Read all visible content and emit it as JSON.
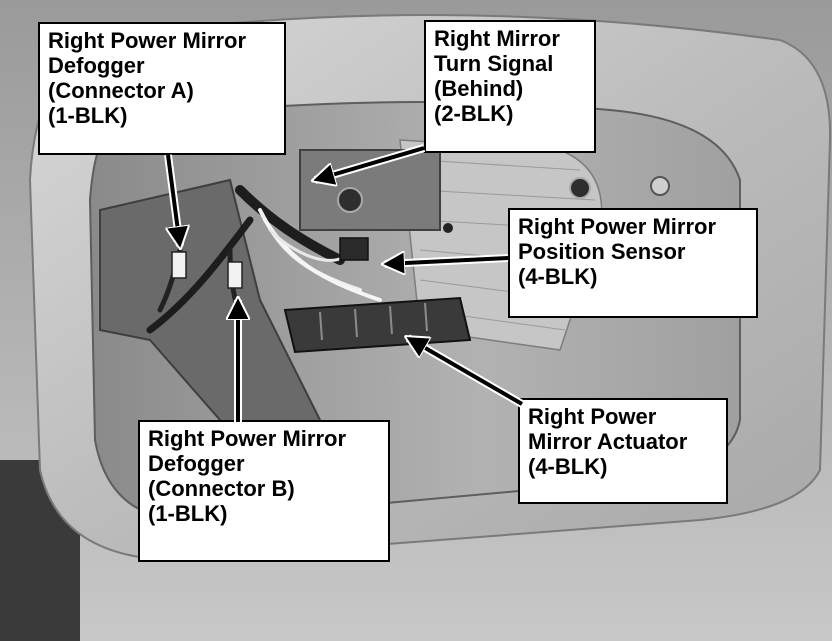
{
  "callouts": {
    "defogger_a": [
      "Right Power Mirror",
      "Defogger",
      "(Connector A)",
      "(1-BLK)"
    ],
    "turn_signal": [
      "Right Mirror",
      "Turn Signal",
      "(Behind)",
      "(2-BLK)"
    ],
    "position_sensor": [
      "Right Power Mirror",
      "Position Sensor",
      "(4-BLK)"
    ],
    "actuator": [
      "Right Power",
      "Mirror Actuator",
      "(4-BLK)"
    ],
    "defogger_b": [
      "Right Power Mirror",
      "Defogger",
      "(Connector B)",
      "(1-BLK)"
    ]
  },
  "colors": {
    "callout_background": "#ffffff",
    "callout_border": "#000000",
    "arrow": "#000000",
    "arrow_outline": "#ffffff"
  }
}
